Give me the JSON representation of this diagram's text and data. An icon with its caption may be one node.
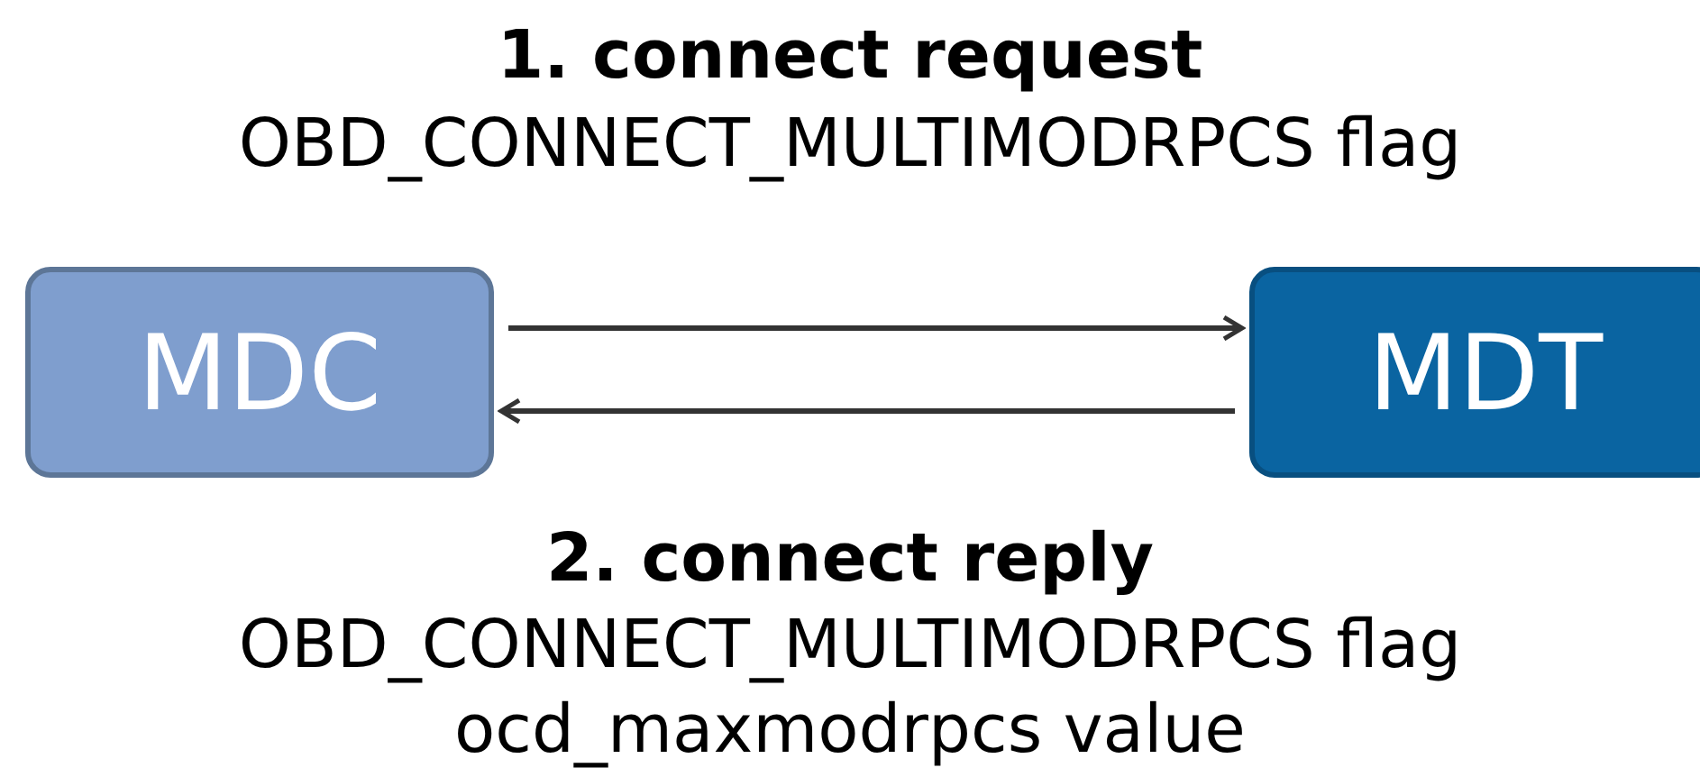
{
  "diagram": {
    "nodes": [
      {
        "text": [
          "MDC"
        ]
      },
      {
        "text": [
          "MDT"
        ]
      }
    ],
    "edges": [
      {
        "from": 0,
        "to": 1,
        "arrow": "to"
      },
      {
        "from": 1,
        "to": 0,
        "arrow": "to"
      }
    ],
    "labels": [
      "1. connect request",
      "OBD_CONNECT_MULTIMODRPCS flag",
      "2. connect reply",
      "OBD_CONNECT_MULTIMODRPCS flag",
      "ocd_maxmodrpcs value"
    ]
  }
}
